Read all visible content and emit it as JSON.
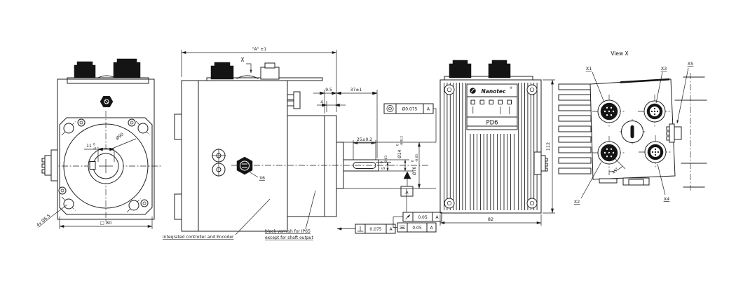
{
  "front": {
    "bore_value": "11",
    "bore_tol_upper": "0",
    "bore_tol_lower": "-0.1",
    "flange_circle": "Ø90",
    "mounting_holes": "4x Ø6.5",
    "square_size": "□ 80"
  },
  "side": {
    "overall_length": "\"A\" ±1",
    "view_marker": "X",
    "dim_flange": "9.5",
    "dim_shaft_length": "37±1",
    "dim_step": "4",
    "key_length": "25±0.2",
    "key_depth_value": "5",
    "key_depth_tol_upper": "0",
    "key_depth_tol_lower": "-0.03",
    "shaft_dia_value": "Ø14",
    "shaft_dia_tol_upper": "0",
    "shaft_dia_tol_lower": "-0.013",
    "pilot_dia_value": "Ø70",
    "pilot_dia_tol_upper": "0",
    "pilot_dia_tol_lower": "-0.05",
    "connector_x6": "X6",
    "datum_flag": "A",
    "gdt_concentricity_value": "Ø0.075",
    "gdt_concentricity_datum": "A",
    "gdt_perpendicularity_value": "0.075",
    "gdt_perpendicularity_datum": "A",
    "gdt_runout_value": "0.05",
    "gdt_runout_datum": "A",
    "gdt_symmetry_value": "0.05",
    "gdt_symmetry_datum": "A",
    "note_controller": "integrated controller and Encoder",
    "note_varnish_line1": "black varnish for IP65",
    "note_varnish_line2": "except for shaft output"
  },
  "rear": {
    "brand": "Nanotec",
    "registered": "®",
    "model": "PD6",
    "width": "82",
    "height": "112"
  },
  "view_x": {
    "title": "View X",
    "x1": "X1",
    "x2": "X2",
    "x3": "X3",
    "x4": "X4",
    "x5": "X5",
    "angle": "45°"
  }
}
